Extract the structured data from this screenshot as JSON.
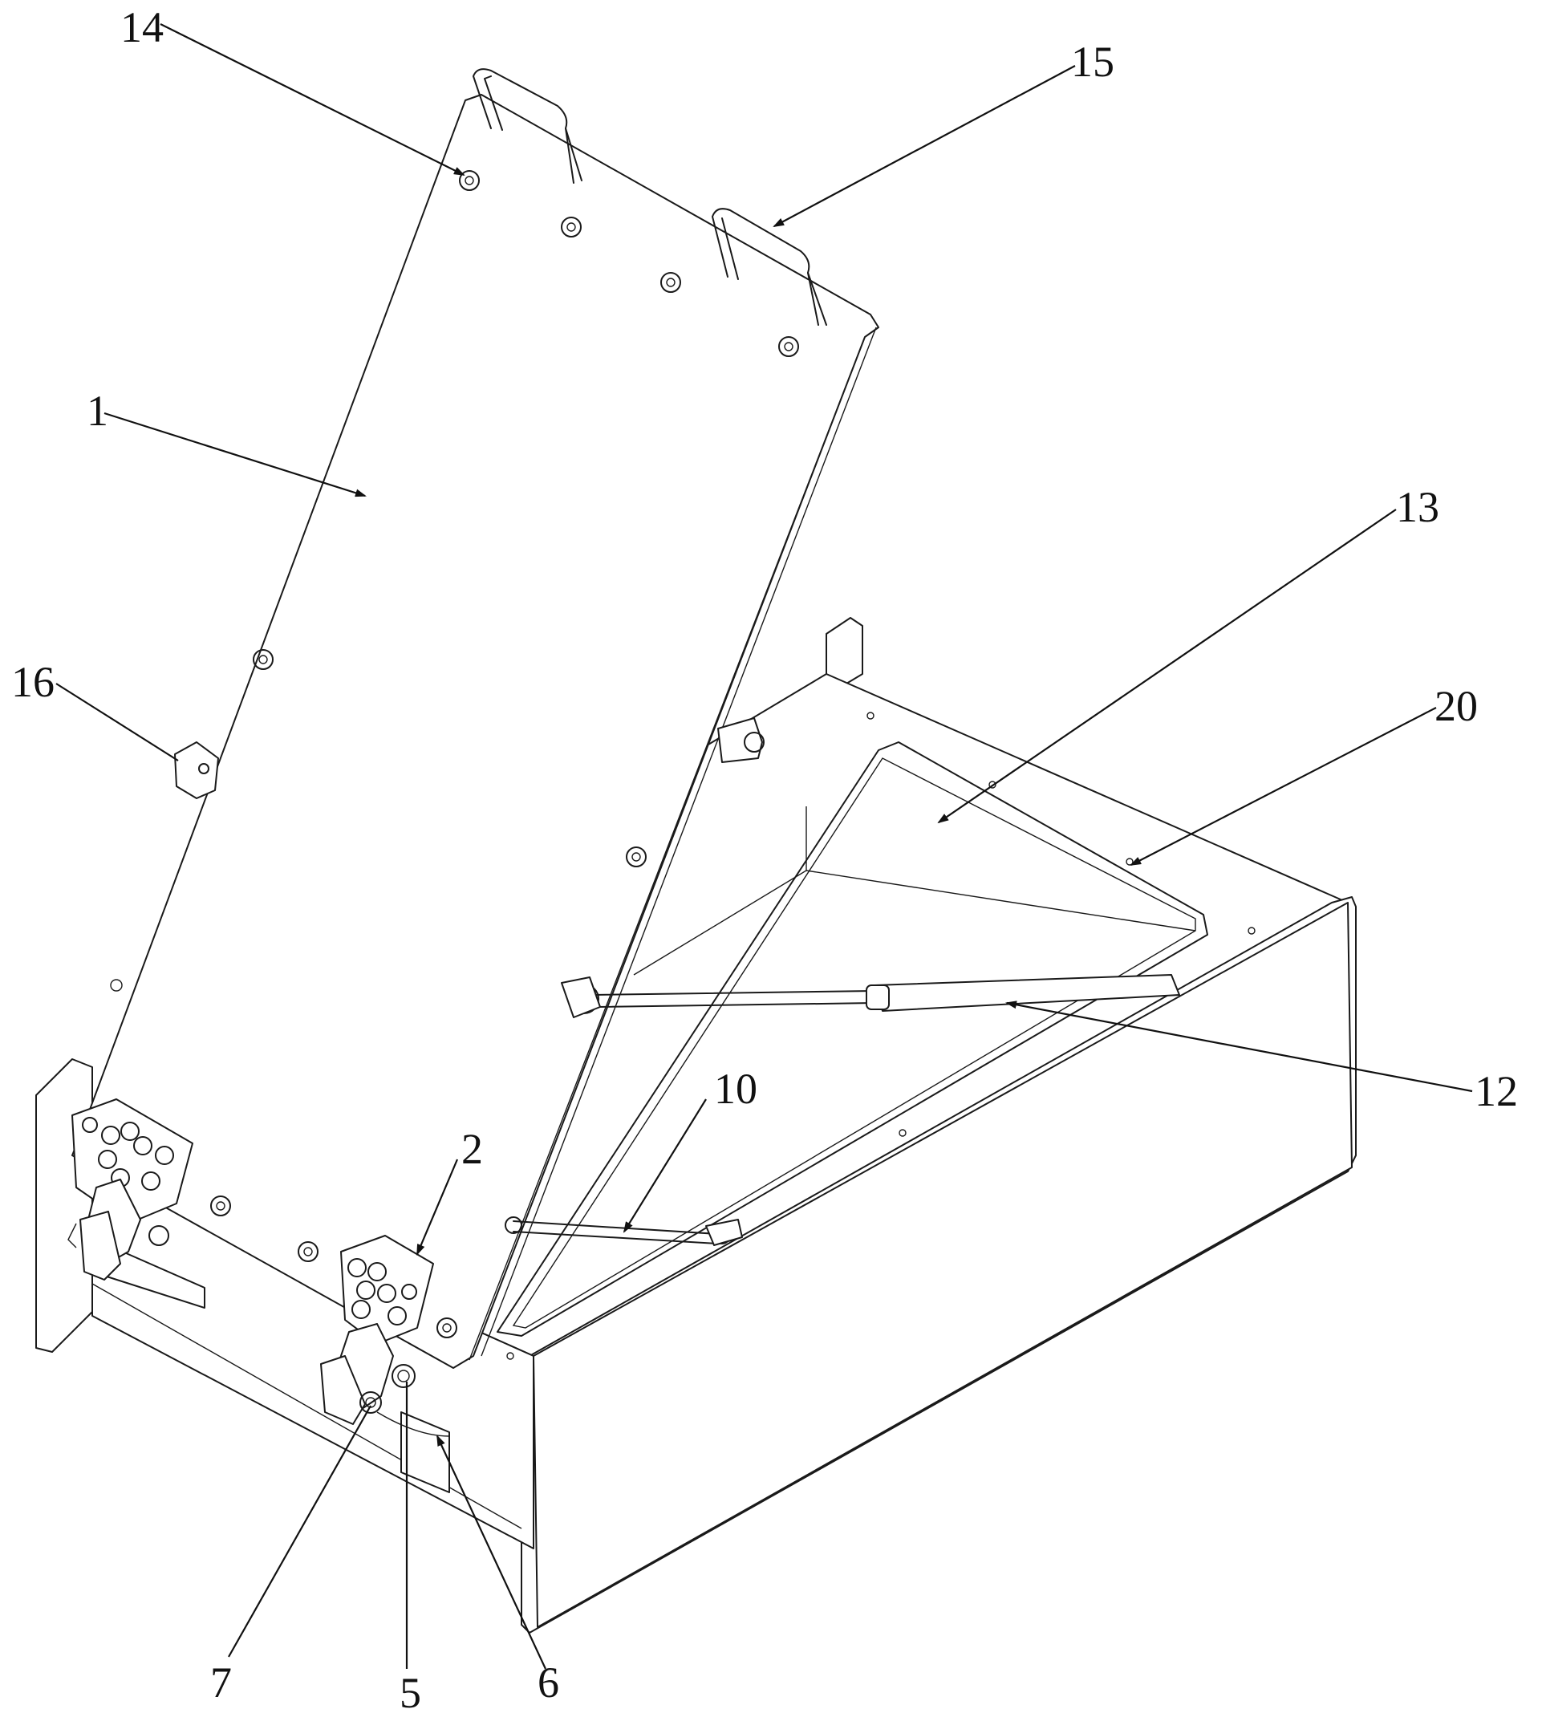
{
  "labels": {
    "l1": "1",
    "l2": "2",
    "l5": "5",
    "l6": "6",
    "l7": "7",
    "l10": "10",
    "l12": "12",
    "l13": "13",
    "l14": "14",
    "l15": "15",
    "l16": "16",
    "l20": "20"
  }
}
